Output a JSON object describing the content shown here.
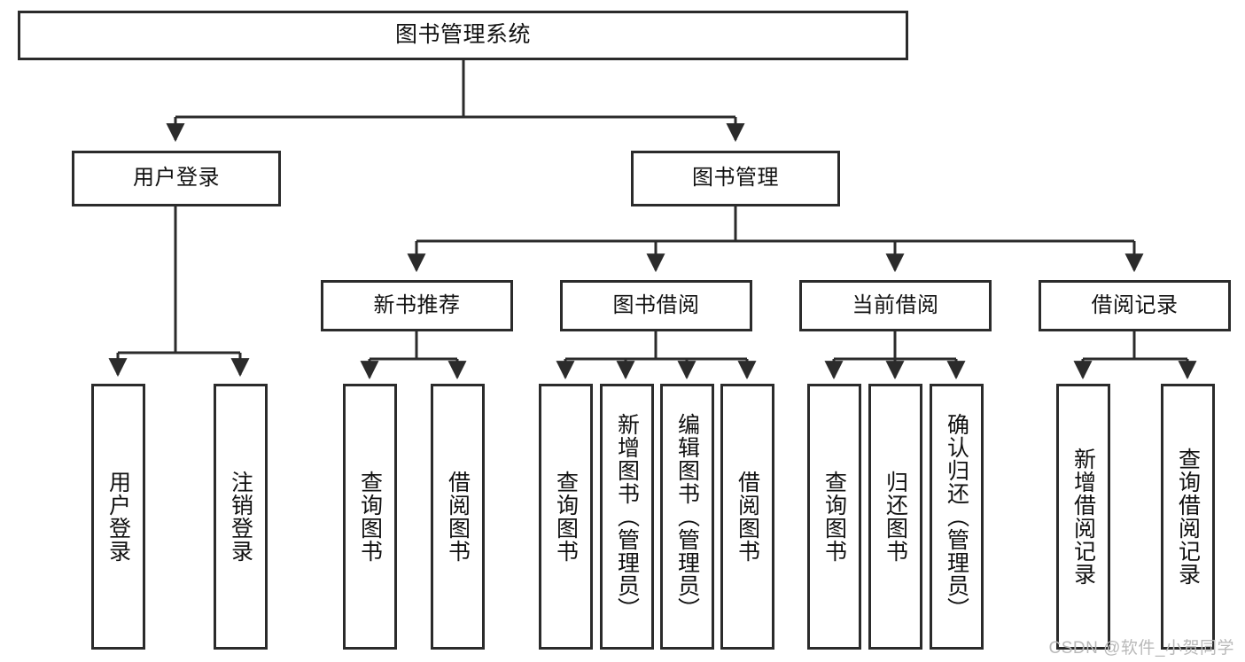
{
  "diagram": {
    "title": "图书管理系统",
    "watermark": "CSDN @软件_小贺同学",
    "line_color": "#2b2b2b",
    "box_fill": "#ffffff",
    "text_color": "#111111",
    "root": {
      "label": "图书管理系统"
    },
    "level2": [
      {
        "label": "用户登录"
      },
      {
        "label": "图书管理"
      }
    ],
    "level3": [
      {
        "label": "新书推荐"
      },
      {
        "label": "图书借阅"
      },
      {
        "label": "当前借阅"
      },
      {
        "label": "借阅记录"
      }
    ],
    "leaves": {
      "user_login": [
        {
          "label": "用户登录"
        },
        {
          "label": "注销登录"
        }
      ],
      "new_book_recommend": [
        {
          "label": "查询图书"
        },
        {
          "label": "借阅图书"
        }
      ],
      "book_borrow": [
        {
          "label": "查询图书"
        },
        {
          "label": "新增图书（管理员）"
        },
        {
          "label": "编辑图书（管理员）"
        },
        {
          "label": "借阅图书"
        }
      ],
      "current_borrow": [
        {
          "label": "查询图书"
        },
        {
          "label": "归还图书"
        },
        {
          "label": "确认归还（管理员）"
        }
      ],
      "borrow_records": [
        {
          "label": "新增借阅记录"
        },
        {
          "label": "查询借阅记录"
        }
      ]
    }
  }
}
